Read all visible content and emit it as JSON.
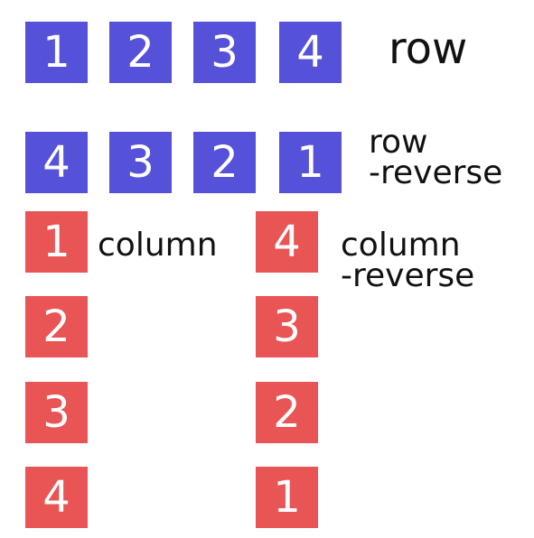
{
  "colors": {
    "row_box": "#5552d9",
    "column_box": "#e95454",
    "box_text": "#ffffff",
    "label_text": "#111111",
    "background": "#ffffff"
  },
  "row": {
    "label": "row",
    "items": [
      "1",
      "2",
      "3",
      "4"
    ]
  },
  "row_reverse": {
    "label_line1": "row",
    "label_line2": "-reverse",
    "items": [
      "4",
      "3",
      "2",
      "1"
    ]
  },
  "column": {
    "label": "column",
    "items": [
      "1",
      "2",
      "3",
      "4"
    ]
  },
  "column_reverse": {
    "label_line1": "column",
    "label_line2": "-reverse",
    "items": [
      "4",
      "3",
      "2",
      "1"
    ]
  }
}
